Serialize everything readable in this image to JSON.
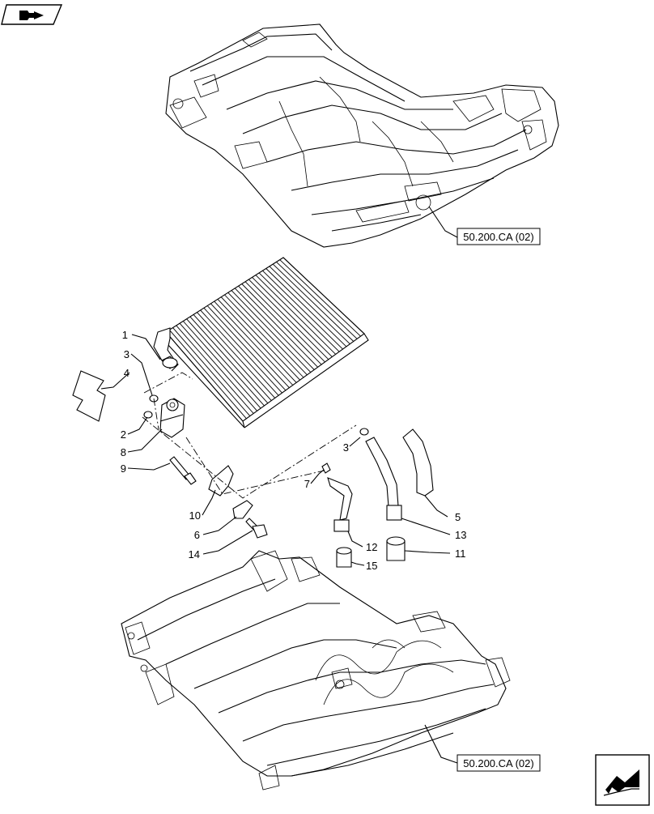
{
  "nav": {
    "top_left_icon": "book-arrow-icon",
    "bottom_right_icon": "next-page-arrow-icon"
  },
  "references": {
    "upper_housing": "50.200.CA (02)",
    "lower_housing": "50.200.CA (02)"
  },
  "callouts": [
    "1",
    "2",
    "3",
    "3",
    "4",
    "5",
    "6",
    "7",
    "8",
    "9",
    "10",
    "11",
    "12",
    "13",
    "14",
    "15"
  ]
}
